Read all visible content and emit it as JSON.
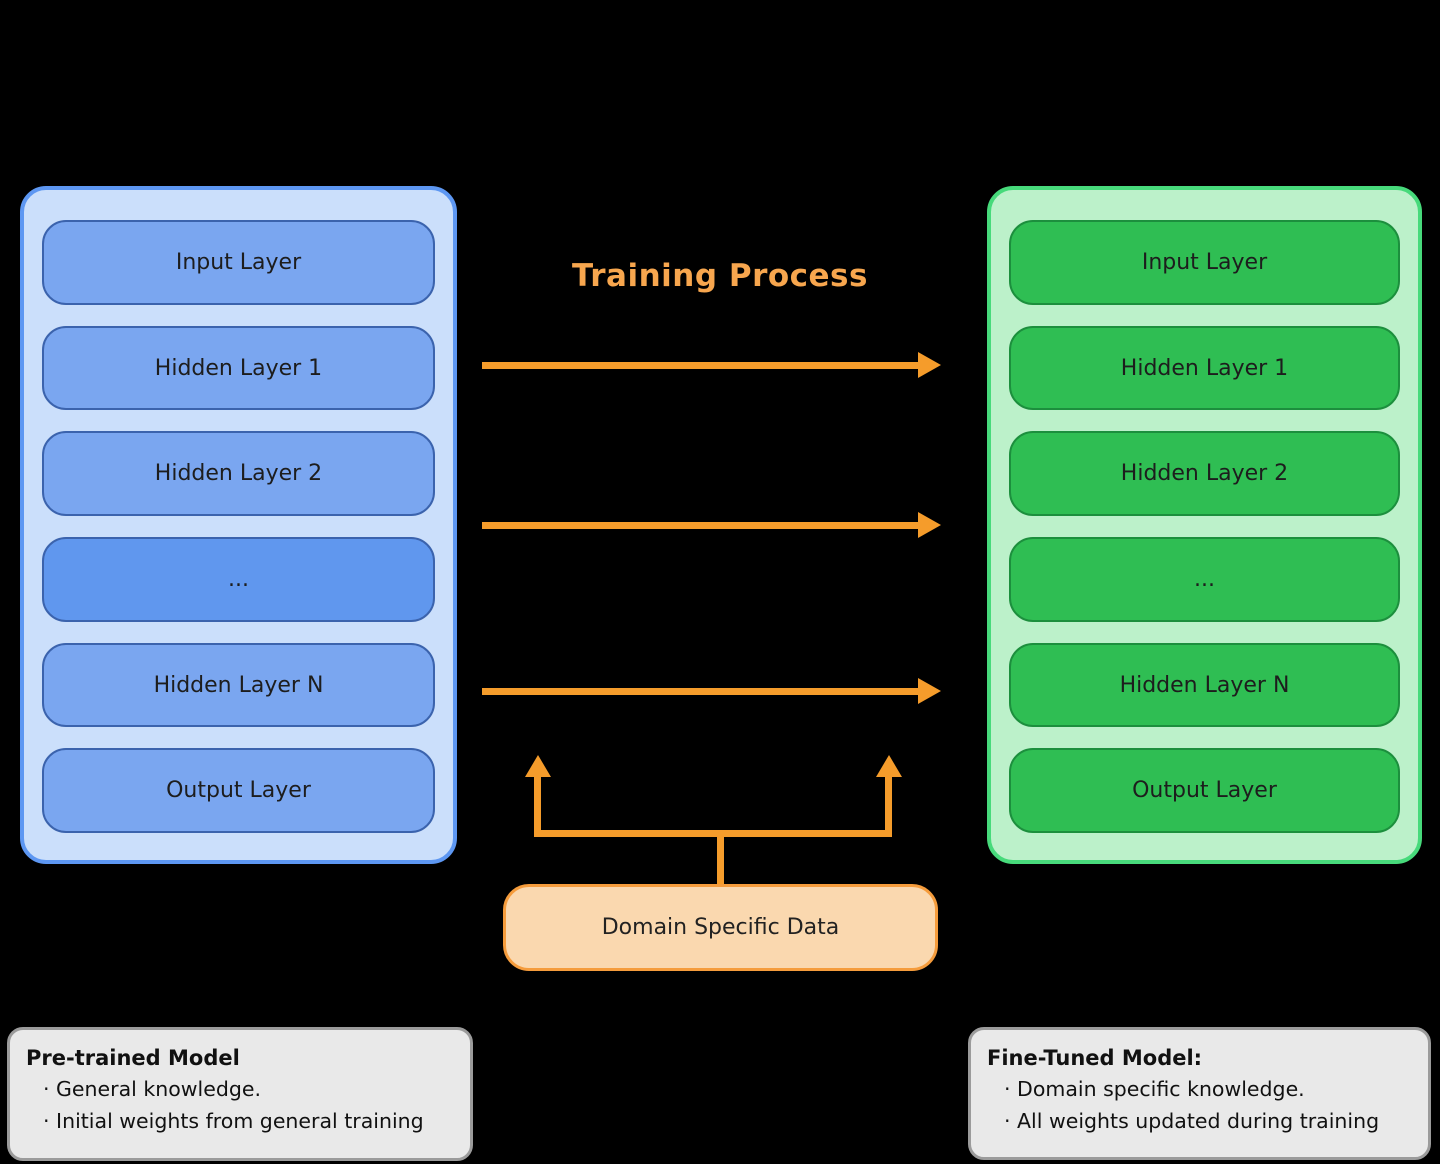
{
  "title": "Training Process",
  "panels": {
    "left": {
      "layers": [
        "Input Layer",
        "Hidden Layer 1",
        "Hidden Layer 2",
        "...",
        "Hidden Layer N",
        "Output Layer"
      ]
    },
    "right": {
      "layers": [
        "Input Layer",
        "Hidden Layer 1",
        "Hidden Layer 2",
        "...",
        "Hidden Layer N",
        "Output Layer"
      ]
    }
  },
  "domain_box": {
    "label": "Domain Specific Data"
  },
  "footnotes": {
    "left": {
      "title": "Pre-trained Model",
      "items": [
        "· General knowledge.",
        "· Initial weights from general training"
      ]
    },
    "right": {
      "title": "Fine-Tuned Model:",
      "items": [
        "· Domain specific knowledge.",
        "· All weights updated during training"
      ]
    }
  },
  "colors": {
    "background": "#000000",
    "blue_panel_bg": "#CBDFFB",
    "blue_panel_border": "#5D97F2",
    "blue_box_bg": "#7AA6F0",
    "blue_box_alt_bg": "#6097EE",
    "blue_box_border": "#3B63AD",
    "green_panel_bg": "#BCF1CA",
    "green_panel_border": "#47DA7B",
    "green_box_bg": "#2FBE53",
    "green_box_border": "#1C8F3D",
    "orange_arrow": "#F59C2B",
    "orange_title": "#F7A64E",
    "domain_box_bg": "#FAD8AF",
    "domain_box_border": "#F59C3C",
    "note_bg": "#E9E9E9",
    "note_border": "#9B9B9B"
  }
}
